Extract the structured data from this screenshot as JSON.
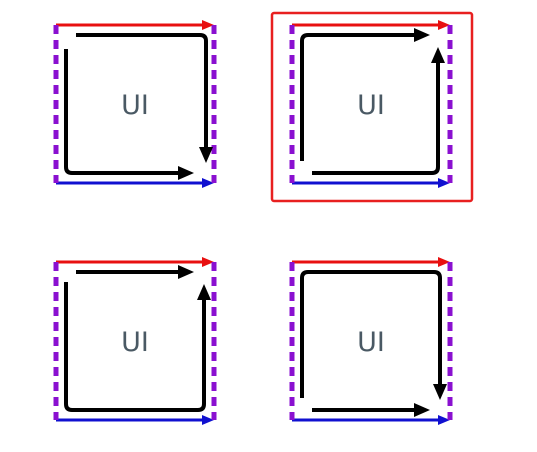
{
  "options": [
    {
      "id": "option-1",
      "label": "UI",
      "selected": false
    },
    {
      "id": "option-2",
      "label": "UI",
      "selected": true
    },
    {
      "id": "option-3",
      "label": "UI",
      "selected": false
    },
    {
      "id": "option-4",
      "label": "UI",
      "selected": false
    }
  ],
  "colors": {
    "top_edge": "#e81010",
    "bottom_edge": "#1010d0",
    "side_edges": "#8a10d0",
    "path": "#000000",
    "selection_border": "#e82020"
  }
}
